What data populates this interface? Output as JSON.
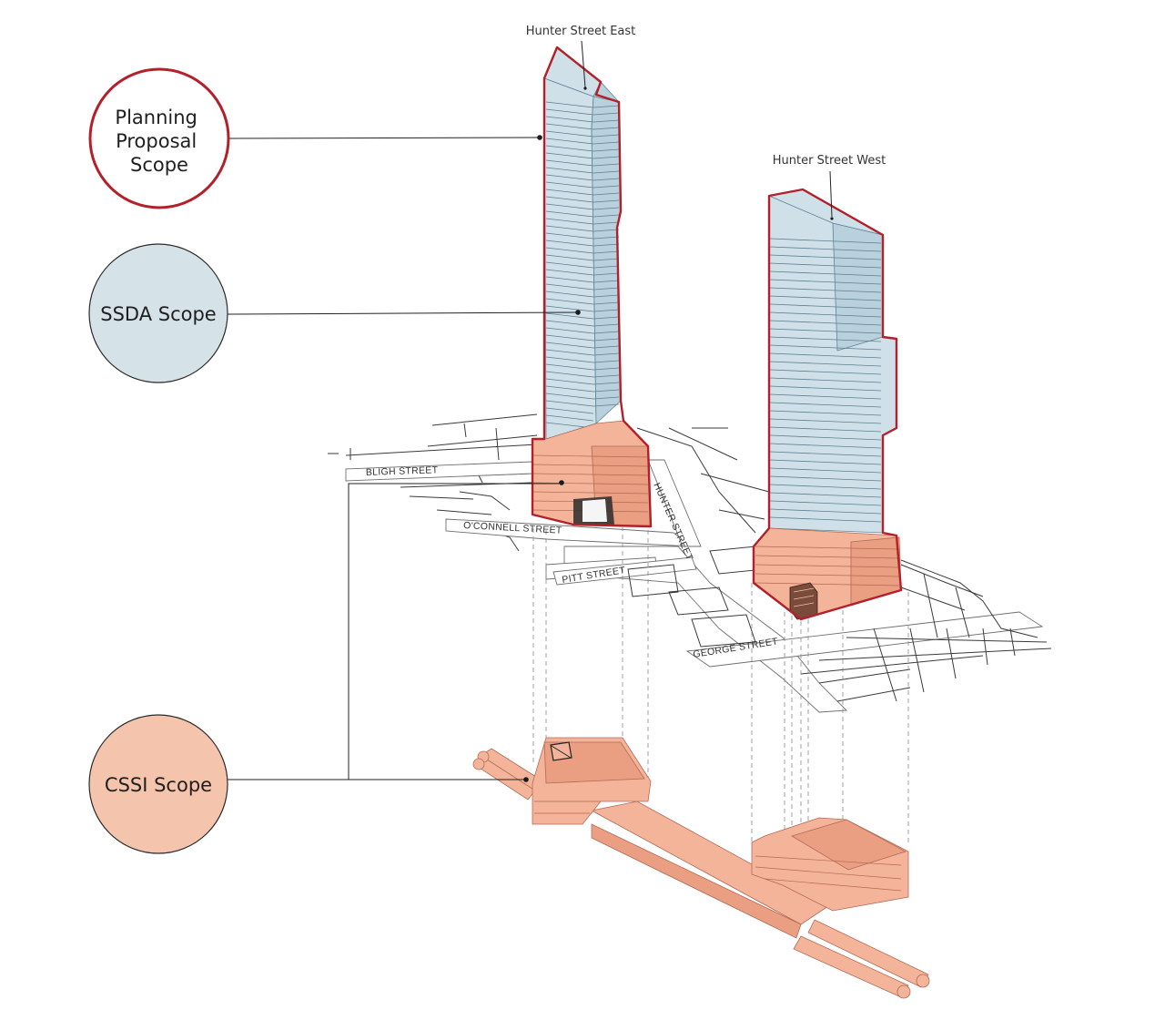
{
  "legend": {
    "planning_proposal": "Planning\nProposal\nScope",
    "ssda": "SSDA Scope",
    "cssi": "CSSI Scope"
  },
  "towers": {
    "east": "Hunter Street East",
    "west": "Hunter Street West"
  },
  "streets": {
    "bligh": "BLIGH STREET",
    "oconnell": "O'CONNELL STREET",
    "hunter": "HUNTER STREET",
    "pitt": "PITT STREET",
    "george": "GEORGE STREET"
  },
  "colors": {
    "planning_outline": "#b3202a",
    "ssda_fill": "#d5e3e8",
    "cssi_fill": "#f5c4ad",
    "glass": "#cfe0e8",
    "podium": "#f3b49a"
  }
}
